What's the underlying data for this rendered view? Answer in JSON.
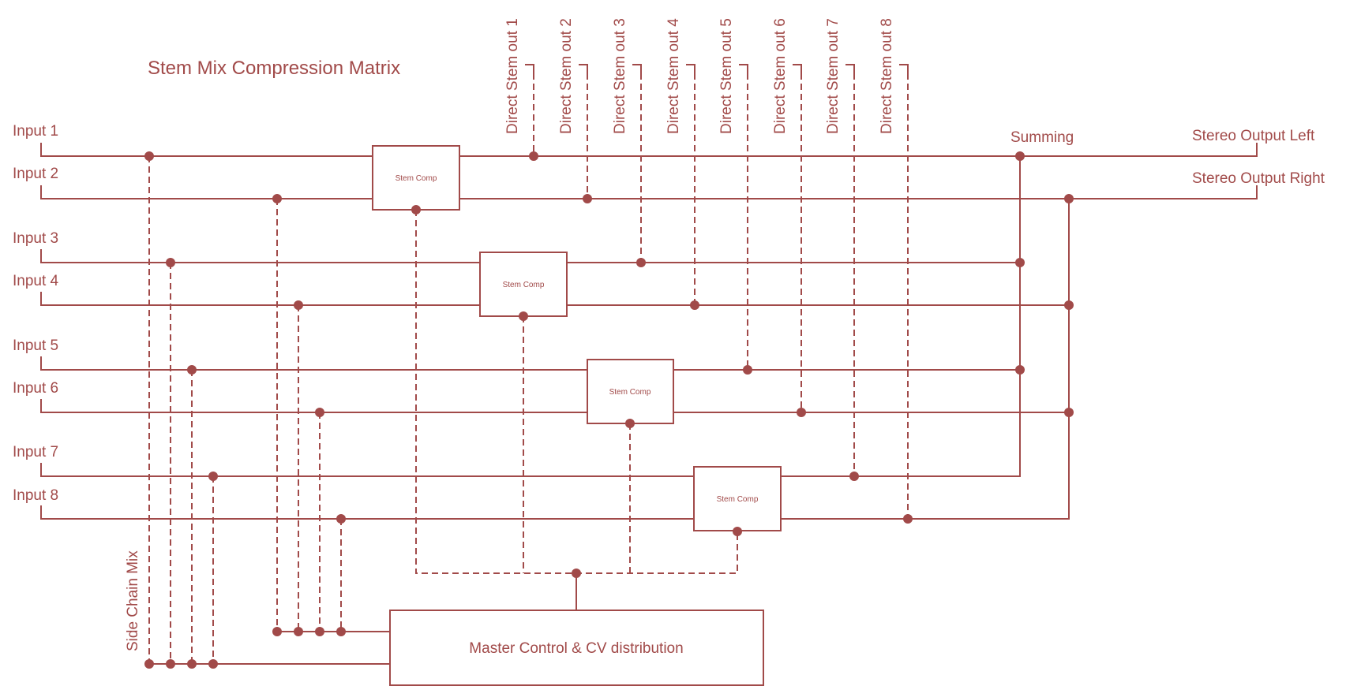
{
  "title": "Stem Mix Compression Matrix",
  "inputs": [
    "Input 1",
    "Input 2",
    "Input 3",
    "Input 4",
    "Input 5",
    "Input 6",
    "Input 7",
    "Input 8"
  ],
  "direct_outs": [
    "Direct Stem out 1",
    "Direct Stem out 2",
    "Direct Stem out 3",
    "Direct Stem out 4",
    "Direct Stem out 5",
    "Direct Stem out 6",
    "Direct Stem out 7",
    "Direct Stem out 8"
  ],
  "compressors": [
    "Stem Comp",
    "Stem Comp",
    "Stem Comp",
    "Stem Comp"
  ],
  "summing": "Summing",
  "outputs": {
    "left": "Stereo Output Left",
    "right": "Stereo Output Right"
  },
  "side_chain": "Side Chain Mix",
  "master": "Master Control & CV distribution",
  "colors": {
    "line": "#a14a49",
    "background": "#ffffff"
  }
}
